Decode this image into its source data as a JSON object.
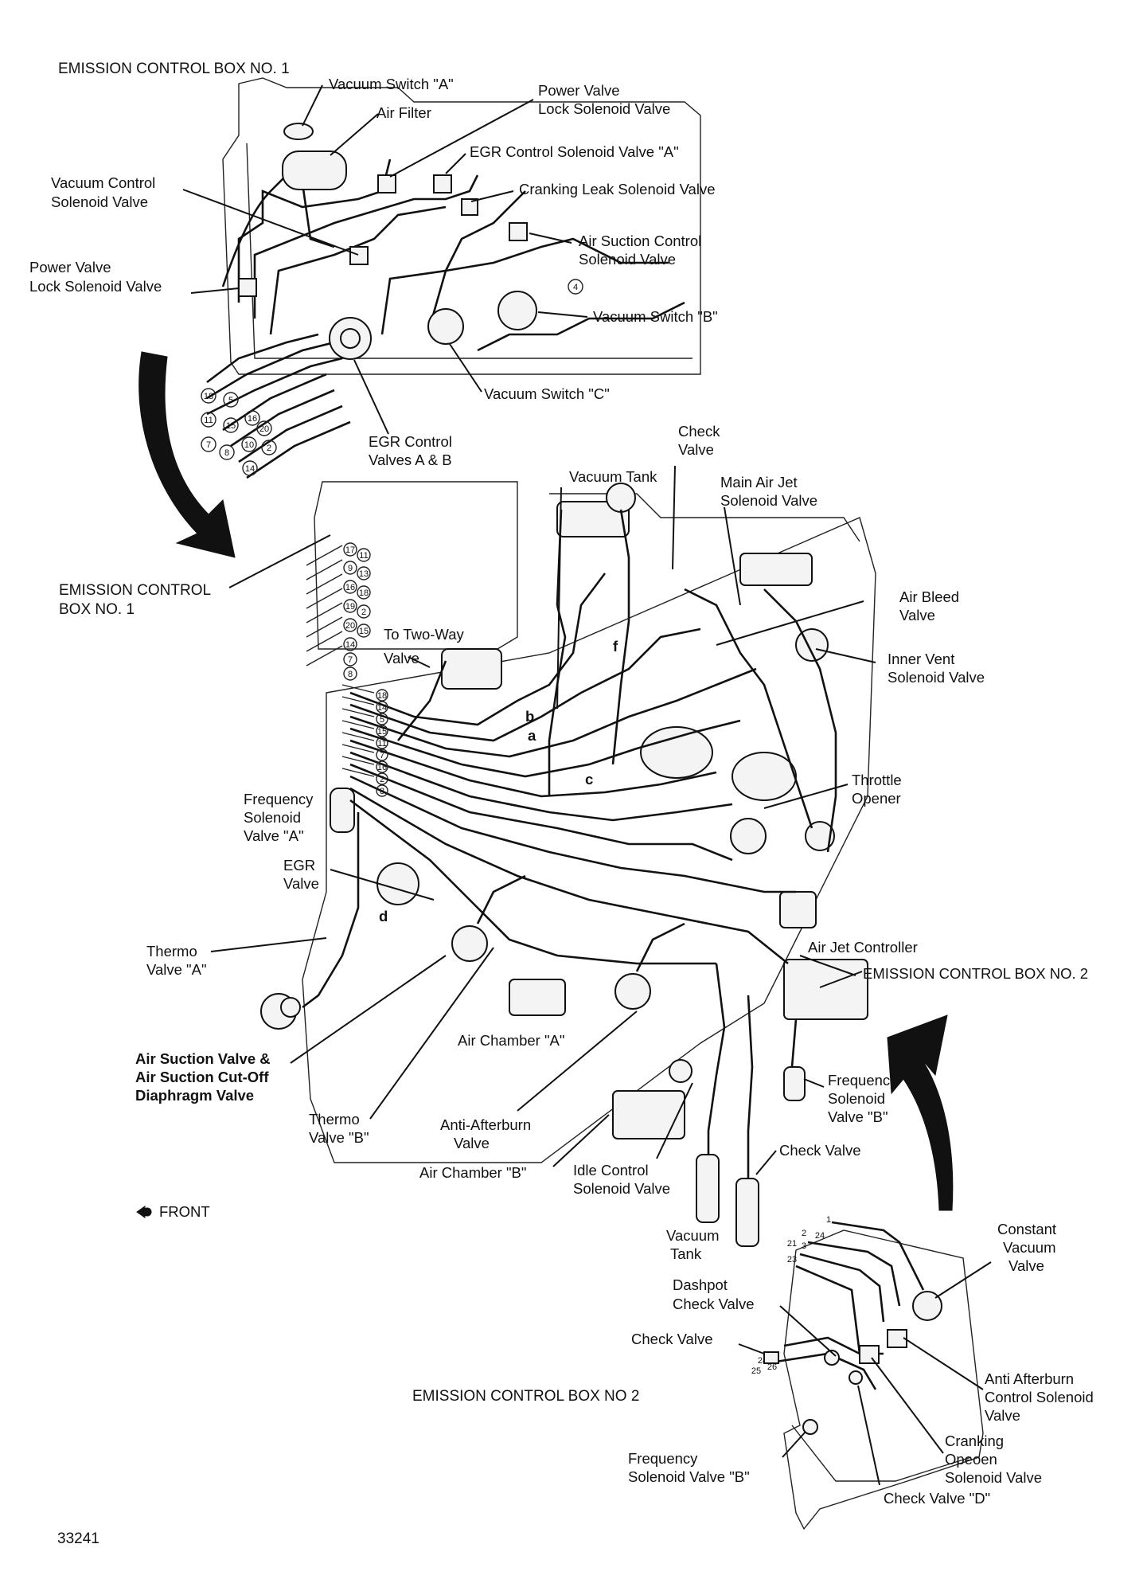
{
  "figure_number": "33241",
  "front_label": "FRONT",
  "box1": {
    "title": "EMISSION CONTROL BOX NO. 1",
    "labels": {
      "vacuum_switch_a": "Vacuum Switch \"A\"",
      "air_filter": "Air Filter",
      "power_valve_lock_1": "Power Valve",
      "power_valve_lock_2": "Lock Solenoid Valve",
      "egr_control_sv_a": "EGR Control Solenoid Valve \"A\"",
      "vacuum_control_1": "Vacuum Control",
      "vacuum_control_2": "Solenoid Valve",
      "cranking_leak": "Cranking Leak Solenoid Valve",
      "air_suction_control_1": "Air Suction Control",
      "air_suction_control_2": "Solenoid Valve",
      "power_valve_left_1": "Power Valve",
      "power_valve_left_2": "Lock Solenoid Valve",
      "vacuum_switch_b": "Vacuum Switch \"B\"",
      "vacuum_switch_c": "Vacuum Switch \"C\"",
      "egr_control_valves_1": "EGR Control",
      "egr_control_valves_2": "Valves A & B"
    }
  },
  "engine": {
    "labels": {
      "box1_ref_1": "EMISSION CONTROL",
      "box1_ref_2": "BOX NO. 1",
      "check_valve_top_1": "Check",
      "check_valve_top_2": "Valve",
      "vacuum_tank_top": "Vacuum Tank",
      "main_air_jet_1": "Main Air Jet",
      "main_air_jet_2": "Solenoid Valve",
      "air_bleed_1": "Air Bleed",
      "air_bleed_2": "Valve",
      "to_two_way_1": "To Two-Way",
      "to_two_way_2": "Valve",
      "inner_vent_1": "Inner Vent",
      "inner_vent_2": "Solenoid Valve",
      "freq_sv_a_1": "Frequency",
      "freq_sv_a_2": "Solenoid",
      "freq_sv_a_3": "Valve \"A\"",
      "throttle_1": "Throttle",
      "throttle_2": "Opener",
      "egr_valve_1": "EGR",
      "egr_valve_2": "Valve",
      "thermo_a_1": "Thermo",
      "thermo_a_2": "Valve \"A\"",
      "air_jet_controller": "Air Jet Controller",
      "box2_ref": "EMISSION CONTROL BOX NO. 2",
      "air_suction_1": "Air Suction Valve &",
      "air_suction_2": "Air Suction Cut-Off",
      "air_suction_3": "Diaphragm Valve",
      "air_chamber_a": "Air Chamber \"A\"",
      "thermo_b_1": "Thermo",
      "thermo_b_2": "Valve \"B\"",
      "anti_afterburn_1": "Anti-Afterburn",
      "anti_afterburn_2": "Valve",
      "air_chamber_b": "Air Chamber \"B\"",
      "idle_control_1": "Idle Control",
      "idle_control_2": "Solenoid Valve",
      "freq_sv_b_1": "Frequency",
      "freq_sv_b_2": "Solenoid",
      "freq_sv_b_3": "Valve \"B\"",
      "check_valve_mid": "Check Valve",
      "vacuum_tank_bottom_1": "Vacuum",
      "vacuum_tank_bottom_2": "Tank",
      "marker_a": "a",
      "marker_b": "b",
      "marker_c": "c",
      "marker_d": "d",
      "marker_f": "f"
    }
  },
  "box2": {
    "title": "EMISSION CONTROL BOX NO  2",
    "labels": {
      "constant_vacuum_1": "Constant",
      "constant_vacuum_2": "Vacuum",
      "constant_vacuum_3": "Valve",
      "dashpot_1": "Dashpot",
      "dashpot_2": "Check Valve",
      "check_valve": "Check Valve",
      "anti_afterburn_ctrl_1": "Anti Afterburn",
      "anti_afterburn_ctrl_2": "Control Solenoid",
      "anti_afterburn_ctrl_3": "Valve",
      "cranking_open_1": "Cranking",
      "cranking_open_2": "Opeoen",
      "cranking_open_3": "Solenoid Valve",
      "freq_sv_b_1": "Frequency",
      "freq_sv_b_2": "Solenoid Valve \"B\"",
      "check_valve_d": "Check Valve \"D\""
    }
  },
  "port_numbers": {
    "box1_left": [
      "18",
      "5",
      "11",
      "15",
      "16",
      "20",
      "7",
      "8",
      "10",
      "2",
      "14"
    ],
    "box1_right": [
      "4"
    ],
    "engine_box_ports": [
      "17",
      "11",
      "9",
      "13",
      "16",
      "18",
      "19",
      "2",
      "20",
      "15",
      "14",
      "7",
      "8"
    ],
    "engine_left_stack": [
      "18",
      "14",
      "5",
      "15",
      "11",
      "7",
      "16",
      "2",
      "8"
    ],
    "box2_ports": [
      "1",
      "2",
      "3",
      "21",
      "23",
      "24",
      "26",
      "25",
      "24"
    ]
  }
}
